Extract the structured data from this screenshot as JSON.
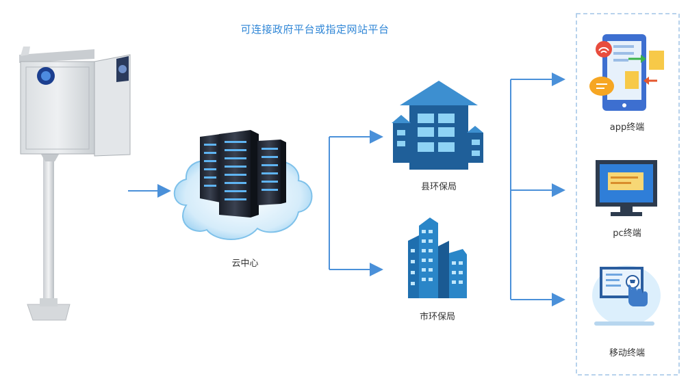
{
  "diagram": {
    "title": "可连接政府平台或指定网站平台",
    "nodes": {
      "cloud": "云中心",
      "county_bureau": "县环保局",
      "city_bureau": "市环保局",
      "app_terminal": "app终端",
      "pc_terminal": "pc终端",
      "mobile_terminal": "移动终端"
    }
  },
  "colors": {
    "arrow": "#4a90d9",
    "title": "#2f86d6",
    "building_dark": "#1f5f99",
    "building_light": "#3d8fd0",
    "panel_border": "#9fc4e6"
  }
}
